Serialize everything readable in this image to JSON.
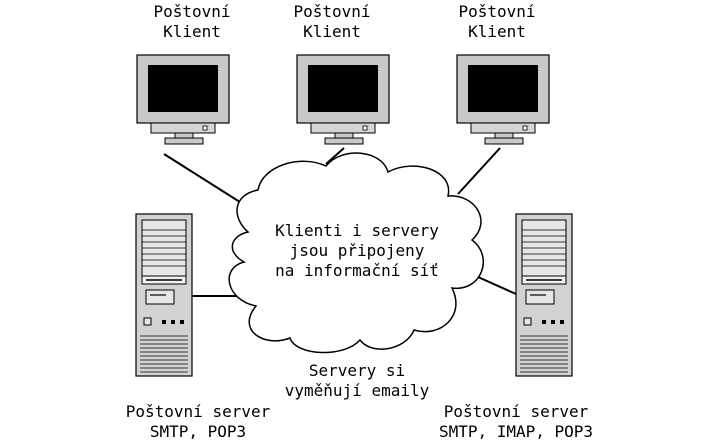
{
  "clients": [
    {
      "label_line1": "Poštovní",
      "label_line2": "Klient"
    },
    {
      "label_line1": "Poštovní",
      "label_line2": "Klient"
    },
    {
      "label_line1": "Poštovní",
      "label_line2": "Klient"
    }
  ],
  "cloud": {
    "line1": "Klienti i servery",
    "line2": "jsou připojeny",
    "line3": "na informační síť"
  },
  "exchange_note": {
    "line1": "Servery si",
    "line2": "vyměňují emaily"
  },
  "servers": [
    {
      "label_line1": "Poštovní server",
      "label_line2": "SMTP, POP3"
    },
    {
      "label_line1": "Poštovní server",
      "label_line2": "SMTP, IMAP, POP3"
    }
  ],
  "colors": {
    "device_body": "#c8c8c8",
    "screen": "#000000",
    "line": "#000000"
  }
}
